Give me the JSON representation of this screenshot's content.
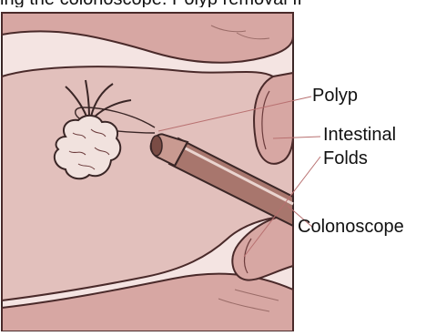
{
  "caption_fragment": "ing the colonoscope. Polyp removal from",
  "labels": {
    "polyp": "Polyp",
    "intestinal": "Intestinal",
    "folds": "Folds",
    "colonoscope": "Colonoscope"
  },
  "colors": {
    "lumen": "#e6c9c6",
    "wall": "#d9a9a5",
    "outline": "#4a2a2a",
    "scope_body": "#b07d74",
    "polyp_fill": "#f1e2de"
  }
}
